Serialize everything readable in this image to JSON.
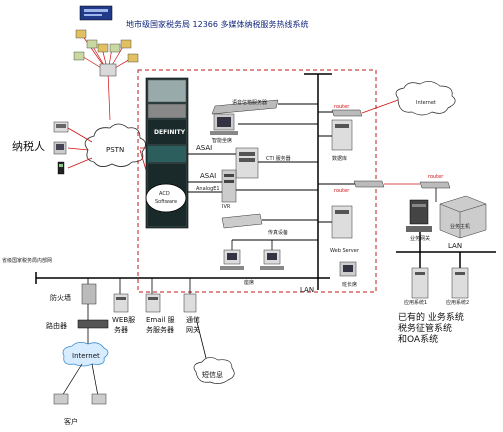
{
  "title": "地市级国家税务局 12366 多媒体纳税服务热线系统",
  "nodes": {
    "pstn": "PSTN",
    "taxpayer": "纳税人",
    "definity": "DEFINITY",
    "acd": "ACD",
    "software": "Software",
    "asai_1": "ASAI",
    "asai_2": "ASAI",
    "analog": "AnalogE1",
    "ivr": "IVR",
    "voice_mail": "语音信箱服务器",
    "smart_server": "智能坐席",
    "cti_server": "CTI 服务器",
    "router_1": "router",
    "router_2": "router",
    "router_3": "router",
    "internet_cloud": "Internet",
    "db": "数据库",
    "fax": "传真设备",
    "web_server": "Web Server",
    "seats": "座席",
    "monitor": "班长席",
    "lan_main": "LAN",
    "lan_right": "LAN",
    "business_gateway": "业务网关",
    "business_host": "业务主机",
    "app_sys_1": "应用系统1",
    "app_sys_2": "应用系统2",
    "existing_1": "已有的 业务系统",
    "existing_2": "税务征管系统",
    "existing_3": "和OA系统",
    "province_net": "省级国家税务局内部网",
    "firewall": "防火墙",
    "router_cn": "路由器",
    "web_svc": "WEB服",
    "web_svc_2": "务器",
    "email_svc": "Email 服",
    "email_svc_2": "务服务器",
    "comm_gw": "通信",
    "comm_gw_2": "网关",
    "sms": "短信息",
    "internet_bottom": "Internet",
    "customer": "客户"
  },
  "colors": {
    "red_line": "#d01010",
    "dashed_box": "#c01818",
    "rack_dark": "#1a2a2a",
    "rack_teal": "#2c5e5e",
    "cloud": "#ffffff",
    "internet_blue": "#3a8fd0"
  }
}
